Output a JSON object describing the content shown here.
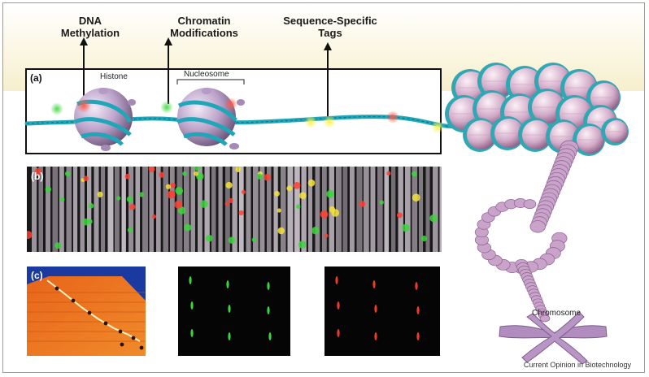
{
  "labels": {
    "dna_methylation": "DNA\nMethylation",
    "chromatin_modifications": "Chromatin\nModifications",
    "sequence_specific_tags": "Sequence-Specific\nTags",
    "histone": "Histone",
    "nucleosome": "Nucleosome",
    "chromosome": "Chromosome"
  },
  "panels": {
    "a": "(a)",
    "b": "(b)",
    "c": "(c)"
  },
  "caption": "Current Opinion in Biotechnology",
  "colors": {
    "dna_strand": "#1fa6b8",
    "histone": "#b59bc4",
    "methyl_mark": "#e8332a",
    "chromatin_mark": "#3cc43c",
    "tag_mark": "#f2e23a",
    "chromosome_fiber": "#c9a3c9"
  }
}
